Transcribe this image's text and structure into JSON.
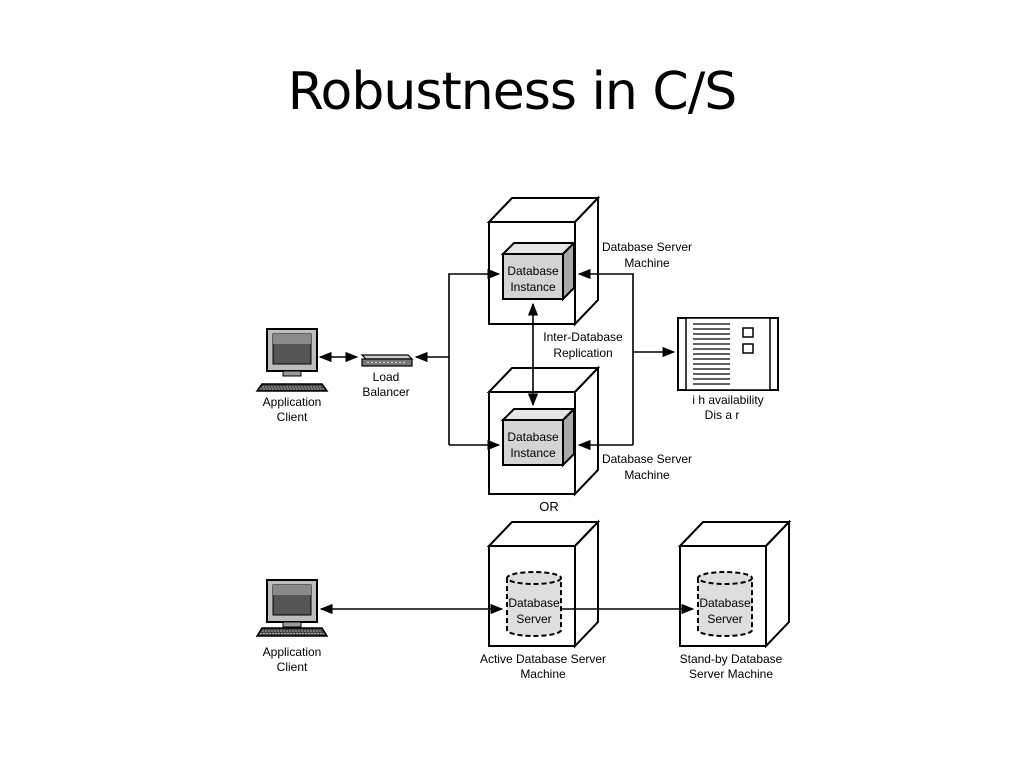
{
  "slide": {
    "title": "Robustness in C/S"
  },
  "diagram": {
    "top": {
      "client_label": [
        "Application",
        "Client"
      ],
      "load_balancer_label": [
        "Load",
        "Balancer"
      ],
      "upper_server_label": [
        "Database Server",
        "Machine"
      ],
      "lower_server_label": [
        "Database Server",
        "Machine"
      ],
      "upper_instance_label": [
        "Database",
        "Instance"
      ],
      "lower_instance_label": [
        "Database",
        "Instance"
      ],
      "replication_label": [
        "Inter-Database",
        "Replication"
      ],
      "storage_label": [
        "i h    availability",
        "Dis    a r"
      ]
    },
    "separator": "OR",
    "bottom": {
      "client_label": [
        "Application",
        "Client"
      ],
      "active_server_label": [
        "Active Database Server",
        "Machine"
      ],
      "standby_server_label": [
        "Stand-by Database",
        "Server Machine"
      ],
      "active_db_label": [
        "Database",
        "Server"
      ],
      "standby_db_label": [
        "Database",
        "Server"
      ]
    },
    "icons": [
      "computer-icon",
      "load-balancer-icon",
      "server-machine-icon",
      "database-instance-icon",
      "disk-array-icon",
      "database-cylinder-icon",
      "keyboard-icon"
    ]
  }
}
